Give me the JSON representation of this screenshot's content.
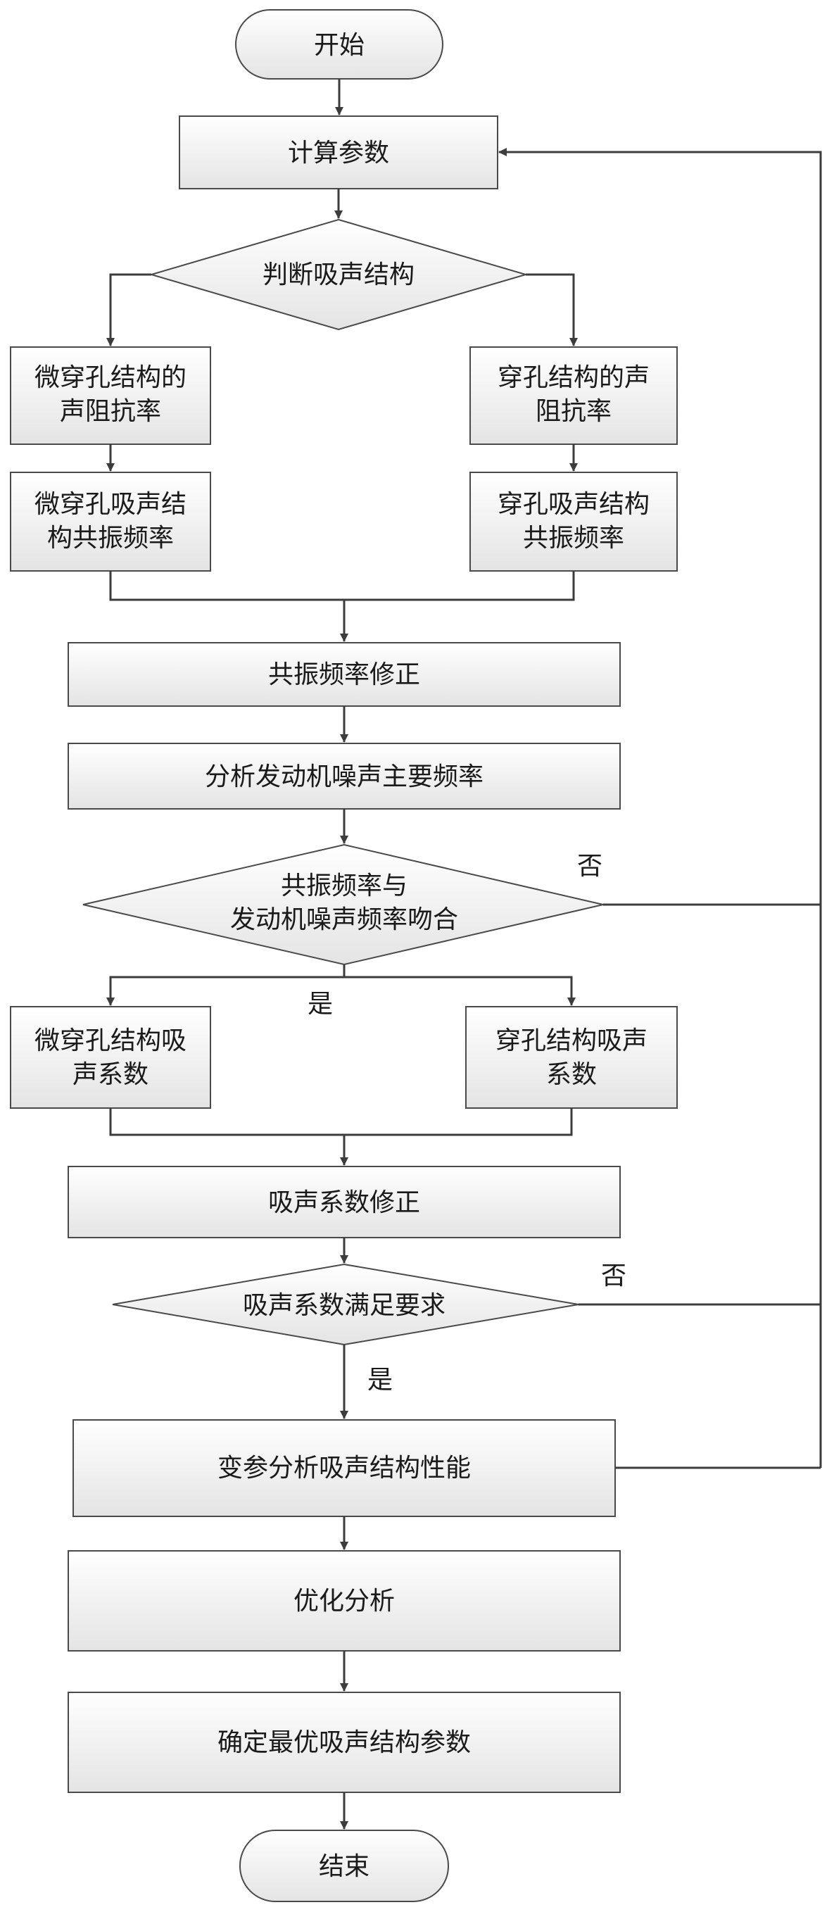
{
  "nodes": {
    "start": {
      "type": "terminal",
      "lines": [
        "开始"
      ]
    },
    "calc_params": {
      "type": "process",
      "lines": [
        "计算参数"
      ]
    },
    "judge_structure": {
      "type": "decision",
      "lines": [
        "判断吸声结构"
      ]
    },
    "micro_impedance": {
      "type": "process",
      "lines": [
        "微穿孔结构的",
        "声阻抗率"
      ]
    },
    "perf_impedance": {
      "type": "process",
      "lines": [
        "穿孔结构的声",
        "阻抗率"
      ]
    },
    "micro_resonance": {
      "type": "process",
      "lines": [
        "微穿孔吸声结",
        "构共振频率"
      ]
    },
    "perf_resonance": {
      "type": "process",
      "lines": [
        "穿孔吸声结构",
        "共振频率"
      ]
    },
    "freq_correction": {
      "type": "process",
      "lines": [
        "共振频率修正"
      ]
    },
    "engine_noise": {
      "type": "process",
      "lines": [
        "分析发动机噪声主要频率"
      ]
    },
    "freq_match": {
      "type": "decision",
      "lines": [
        "共振频率与",
        "发动机噪声频率吻合"
      ]
    },
    "micro_absorption": {
      "type": "process",
      "lines": [
        "微穿孔结构吸",
        "声系数"
      ]
    },
    "perf_absorption": {
      "type": "process",
      "lines": [
        "穿孔结构吸声",
        "系数"
      ]
    },
    "absorption_correction": {
      "type": "process",
      "lines": [
        "吸声系数修正"
      ]
    },
    "absorption_ok": {
      "type": "decision",
      "lines": [
        "吸声系数满足要求"
      ]
    },
    "variable_analysis": {
      "type": "process",
      "lines": [
        "变参分析吸声结构性能"
      ]
    },
    "optimization": {
      "type": "process",
      "lines": [
        "优化分析"
      ]
    },
    "optimal_params": {
      "type": "process",
      "lines": [
        "确定最优吸声结构参数"
      ]
    },
    "end": {
      "type": "terminal",
      "lines": [
        "结束"
      ]
    }
  },
  "edge_labels": {
    "match_no": "否",
    "match_yes": "是",
    "ok_no": "否",
    "ok_yes": "是"
  },
  "colors": {
    "stroke": "#4a4a4a",
    "fill_top": "#ffffff",
    "fill_bottom": "#e6e6e6",
    "text": "#1a1a1a"
  }
}
